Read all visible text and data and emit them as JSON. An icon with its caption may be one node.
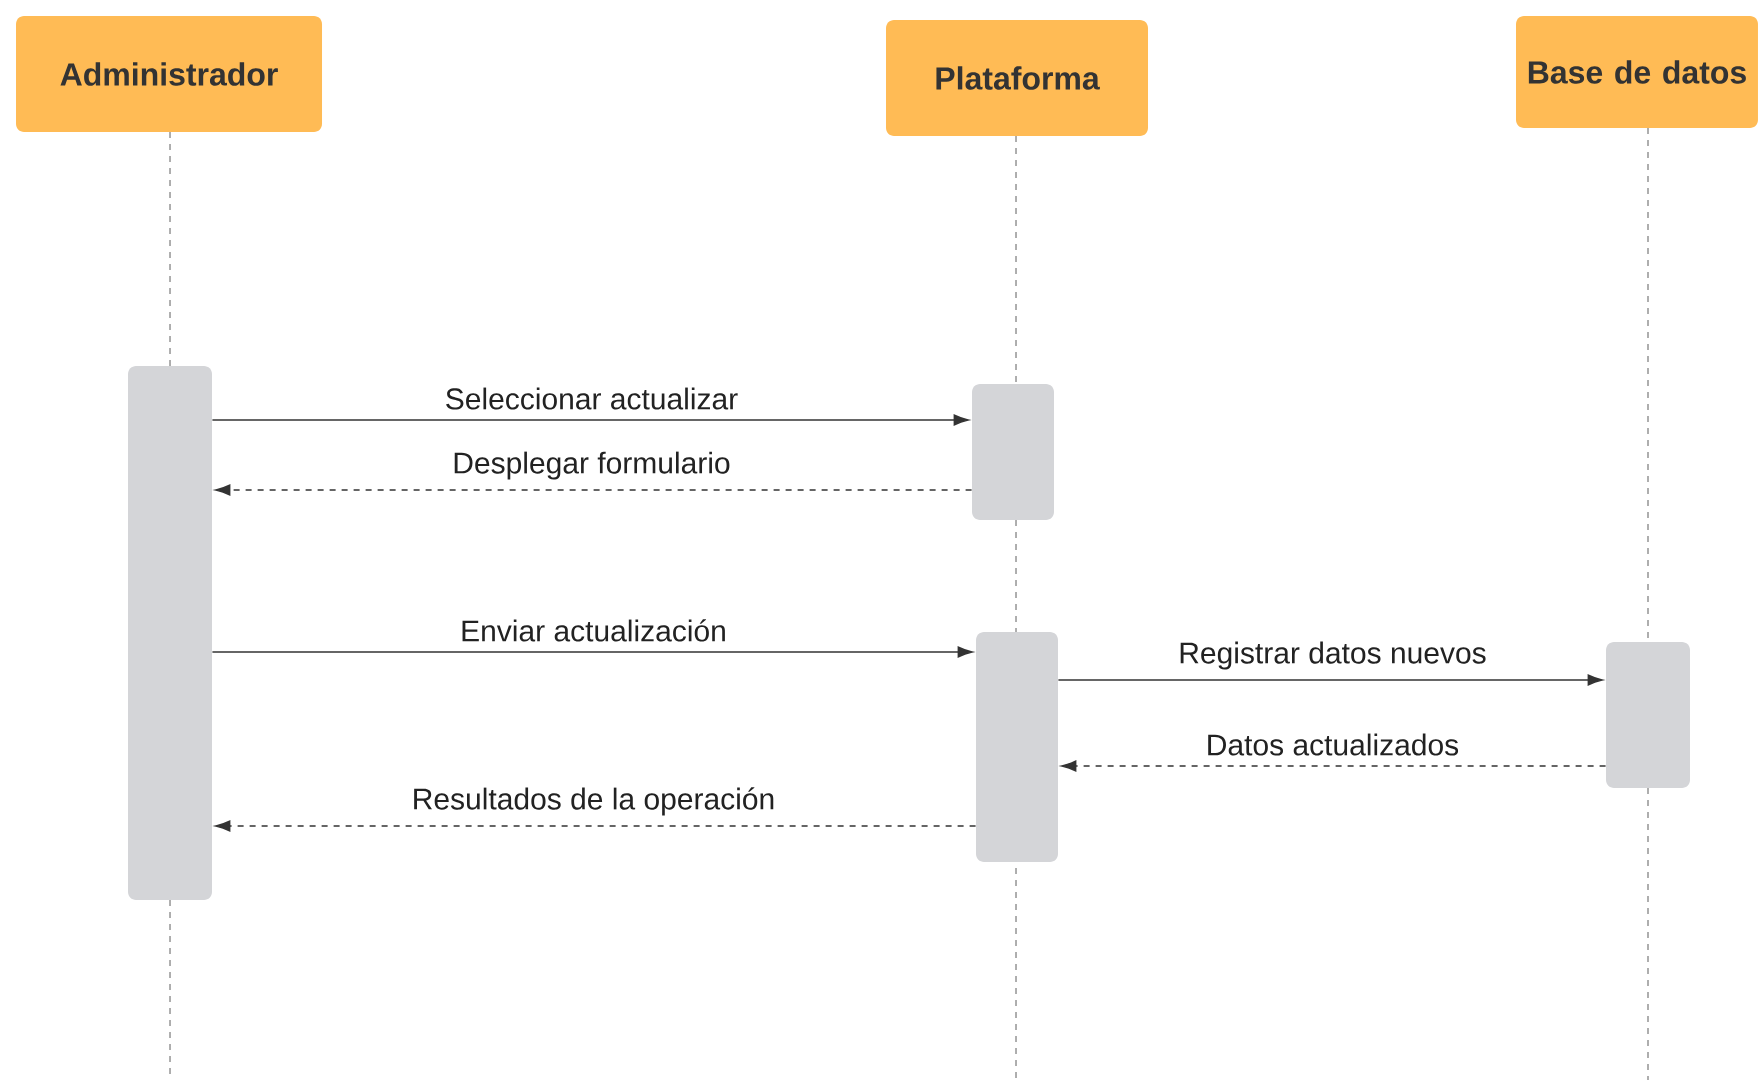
{
  "diagram": {
    "nodes": [
      {
        "text": [
          "Administrador"
        ]
      },
      {
        "text": [
          "Plataforma"
        ]
      },
      {
        "text": [
          "Base de datos"
        ]
      },
      {
        "text": [],
        "shape": "bar"
      },
      {
        "text": [],
        "shape": "bar"
      },
      {
        "text": [],
        "shape": "bar"
      },
      {
        "text": [],
        "shape": "bar"
      }
    ],
    "edges": [
      {
        "from": 3,
        "to": 4,
        "arrow": "to",
        "label": "Seleccionar actualizar"
      },
      {
        "from": 4,
        "to": 3,
        "arrow": "to",
        "label": "Desplegar formulario",
        "style": "dashed"
      },
      {
        "from": 3,
        "to": 5,
        "arrow": "to",
        "label": "Enviar actualización"
      },
      {
        "from": 5,
        "to": 6,
        "arrow": "to",
        "label": "Registrar datos nuevos"
      },
      {
        "from": 6,
        "to": 5,
        "arrow": "to",
        "label": "Datos actualizados",
        "style": "dashed"
      },
      {
        "from": 5,
        "to": 3,
        "arrow": "to",
        "label": "Resultados de la operación",
        "style": "dashed"
      }
    ]
  }
}
